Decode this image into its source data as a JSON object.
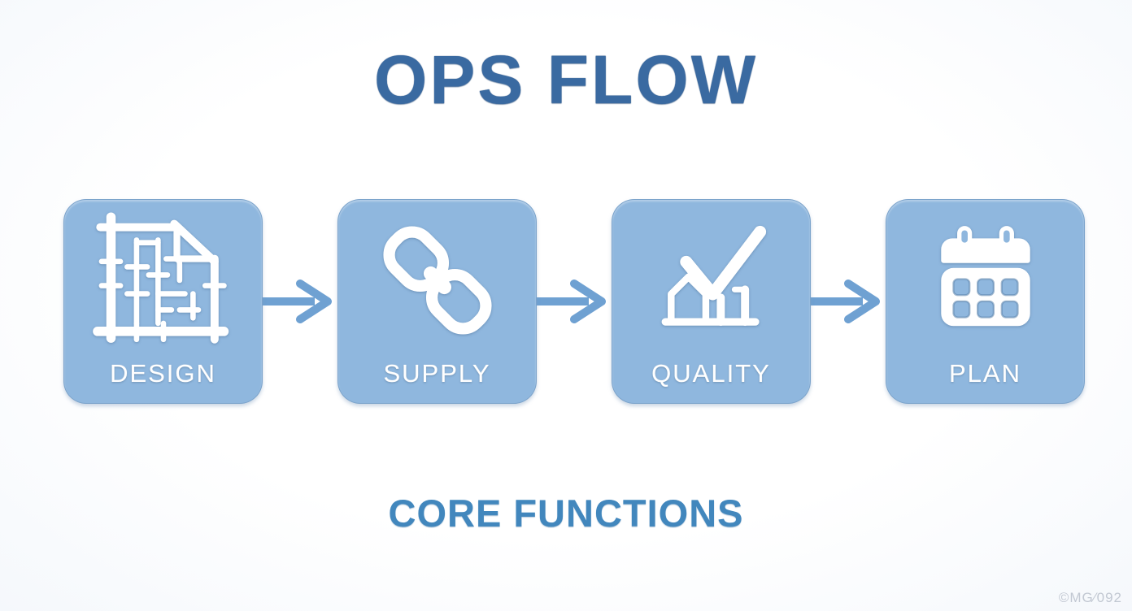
{
  "header": {
    "title": "OPS FLOW"
  },
  "flow": {
    "steps": [
      {
        "label": "DESIGN",
        "icon": "blueprint-document-icon"
      },
      {
        "label": "SUPPLY",
        "icon": "chain-link-icon"
      },
      {
        "label": "QUALITY",
        "icon": "checkmark-chart-icon"
      },
      {
        "label": "PLAN",
        "icon": "calendar-icon"
      }
    ],
    "connector": "arrow-right-icon"
  },
  "footer": {
    "subtitle": "CORE FUNCTIONS",
    "watermark": "©MG⁄092"
  },
  "colors": {
    "title_blue": "#3A6AA1",
    "subtitle_blue": "#4287BD",
    "box_fill": "#8FB7DE",
    "arrow_blue": "#6FA1D2",
    "icon_white": "#FFFFFF",
    "watermark_gray": "#C2C8D2",
    "background": "#FFFFFF"
  }
}
